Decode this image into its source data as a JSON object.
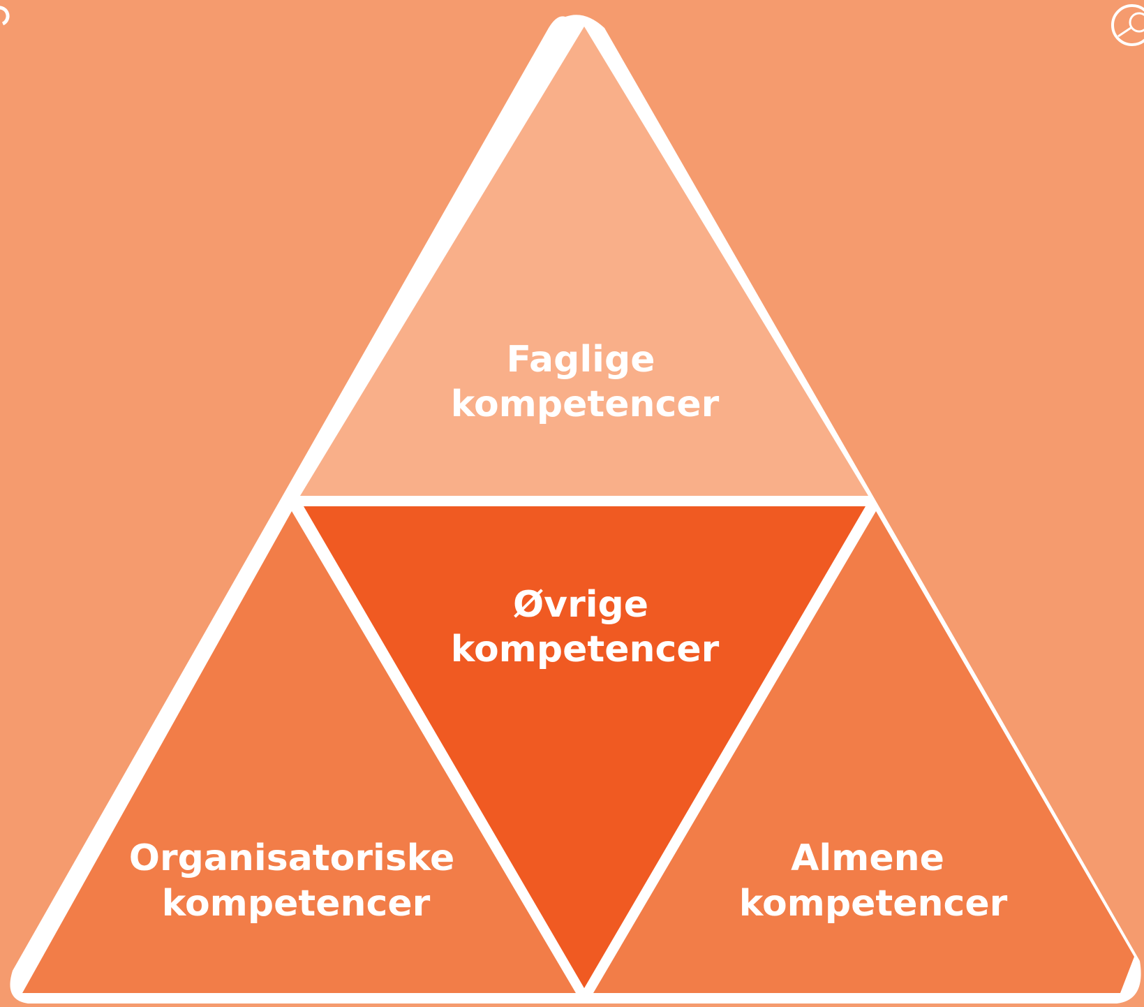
{
  "colors": {
    "background": "#F59B6E",
    "outline": "#FFFFFF",
    "top": "#F9AF89",
    "center": "#F05A22",
    "bottom_left": "#F27D48",
    "bottom_right": "#F27D48"
  },
  "icons": {
    "corner_top_right": "circular-logo-icon",
    "corner_top_left": "partial-circle-icon"
  },
  "triangles": {
    "top": {
      "line1": "Faglige",
      "line2": "kompetencer"
    },
    "center": {
      "line1": "Øvrige",
      "line2": "kompetencer"
    },
    "bottom_left": {
      "line1": "Organisatoriske",
      "line2": "kompetencer"
    },
    "bottom_right": {
      "line1": "Almene",
      "line2": "kompetencer"
    }
  }
}
